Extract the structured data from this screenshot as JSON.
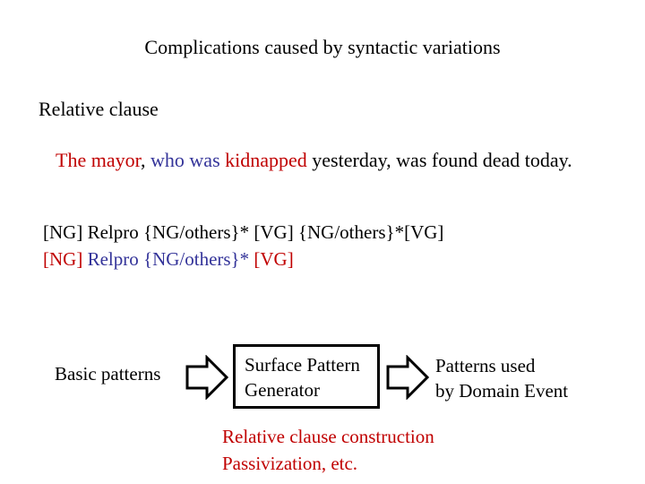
{
  "title": "Complications caused by syntactic variations",
  "subtitle": "Relative clause",
  "sentence": {
    "np": "The mayor",
    "comma1": ", ",
    "relpro": "who was",
    "verb": " kidnapped",
    "rest": " yesterday, was found dead today."
  },
  "patterns": {
    "line1": "[NG] Relpro {NG/others}* [VG] {NG/others}*[VG]",
    "line2": {
      "ng": "[NG]",
      "relpro": " Relpro {NG/others}*",
      "vg": " [VG]"
    }
  },
  "flow": {
    "basic": "Basic patterns",
    "generator_line1": "Surface Pattern",
    "generator_line2": "Generator",
    "output_line1": "Patterns used",
    "output_line2": "by Domain Event"
  },
  "notes": {
    "line1": "Relative clause construction",
    "line2": "Passivization, etc."
  },
  "colors": {
    "red": "#c00000",
    "blue": "#333399",
    "black": "#000000"
  }
}
